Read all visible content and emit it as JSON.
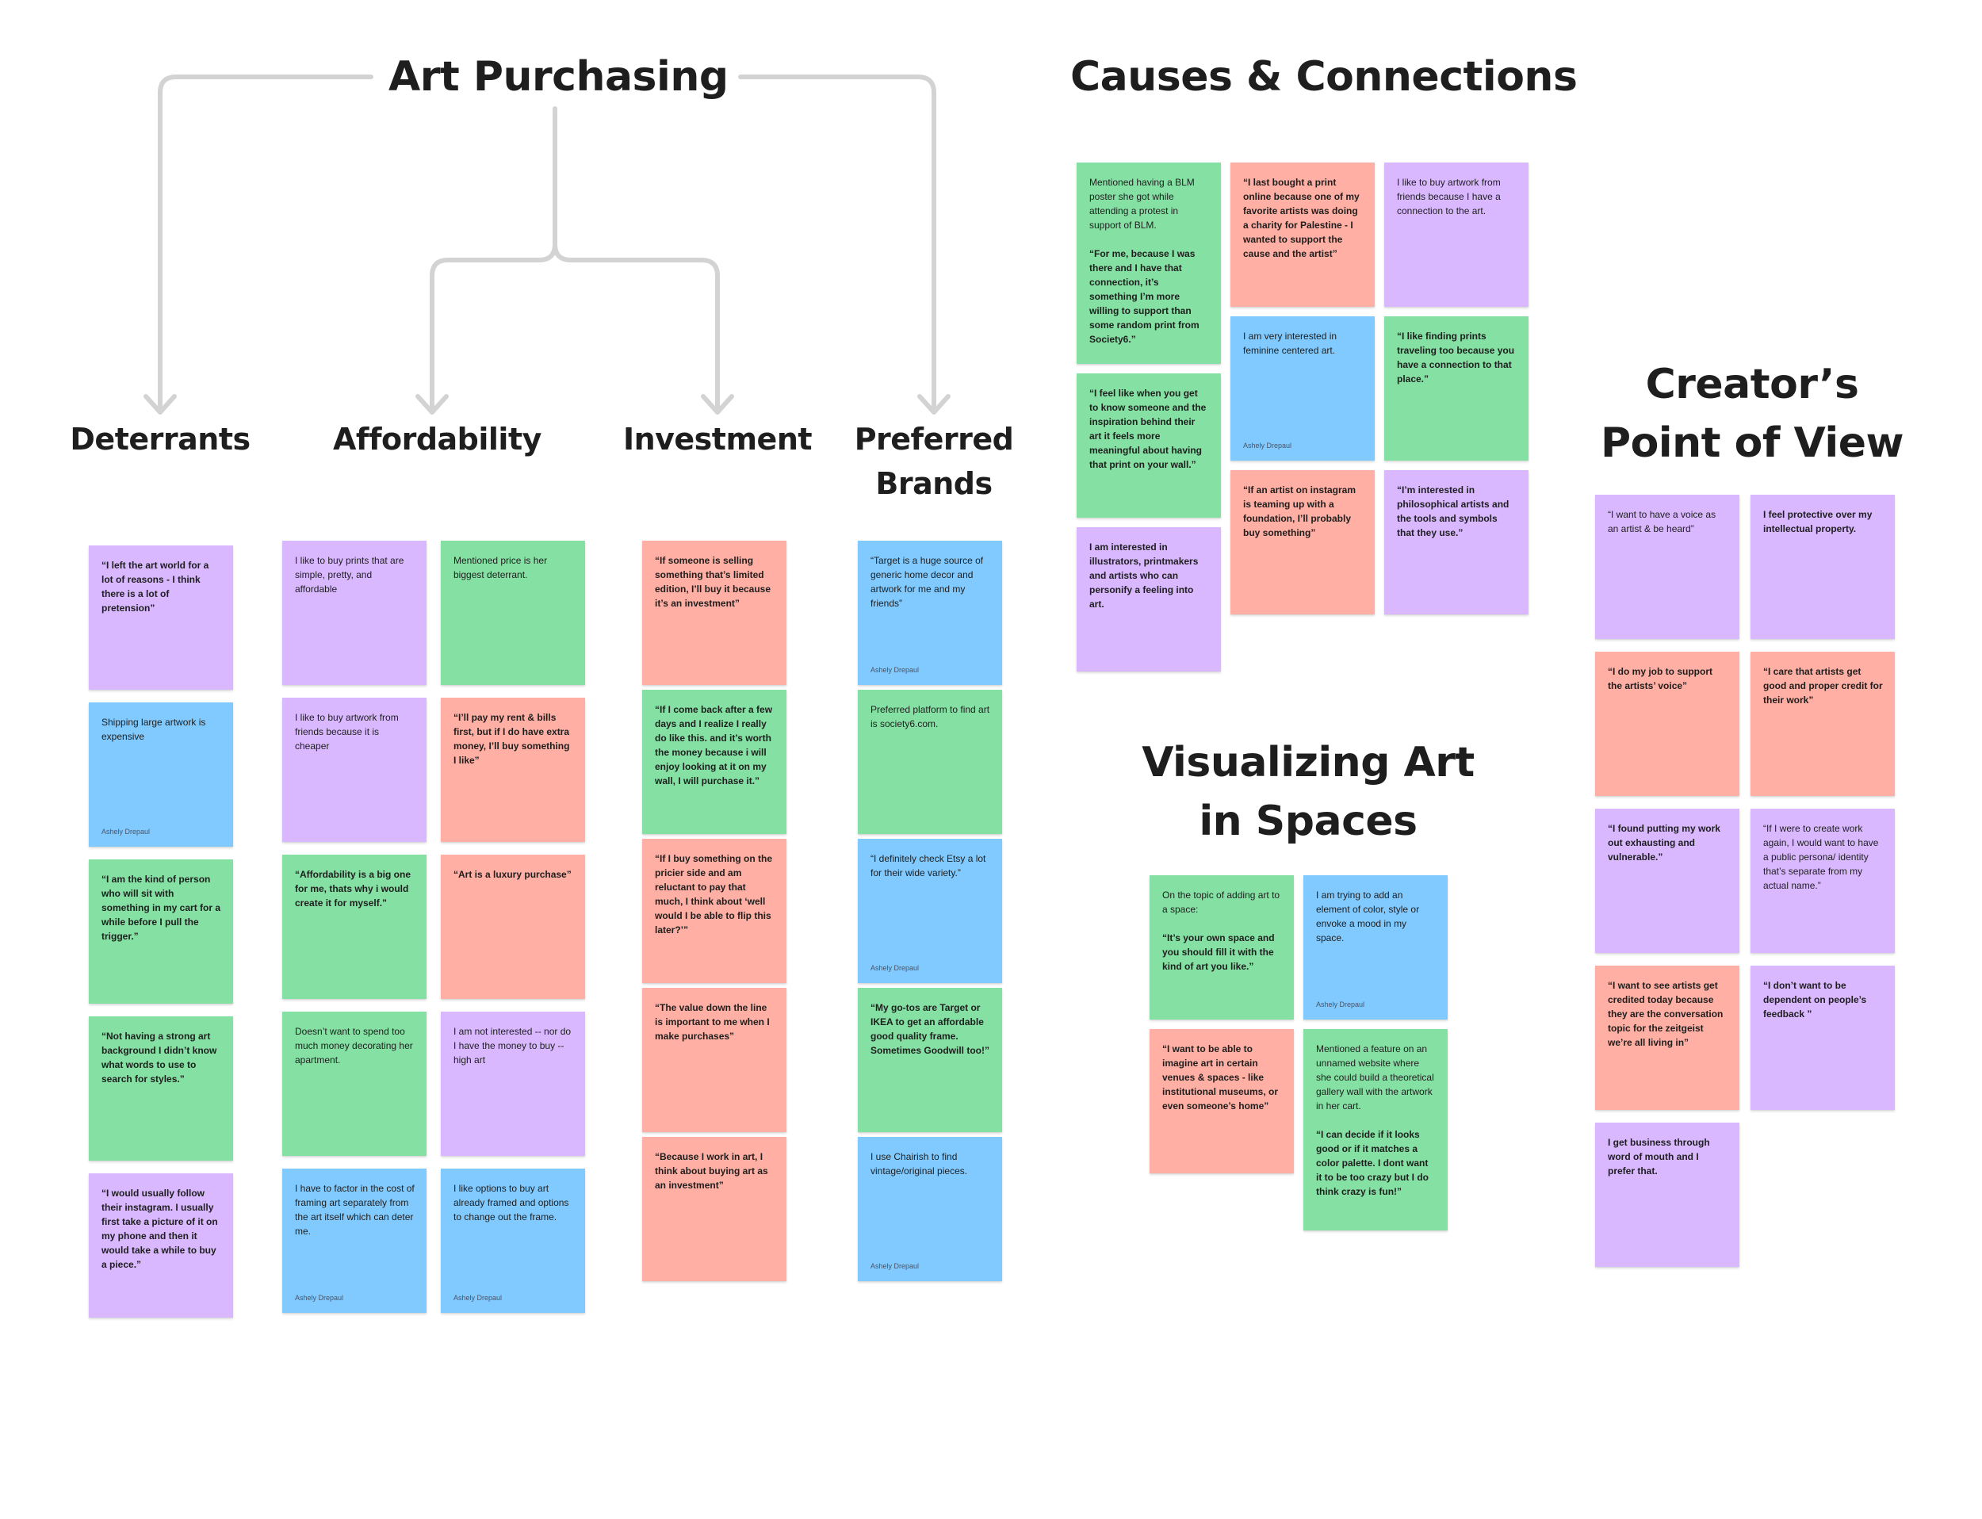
{
  "titles": {
    "art_purchasing": "Art Purchasing",
    "causes": "Causes & Connections",
    "creators_line1": "Creator’s",
    "creators_line2": "Point of View",
    "visualizing_line1": "Visualizing Art",
    "visualizing_line2": "in Spaces"
  },
  "categories": {
    "deterrants": "Deterrants",
    "affordability": "Affordability",
    "investment": "Investment",
    "preferred_line1": "Preferred",
    "preferred_line2": "Brands"
  },
  "colors": {
    "purple": "#d9b8ff",
    "blue": "#80caff",
    "green": "#85e0a3",
    "red": "#ffafa3",
    "connector": "#d3d3d3"
  },
  "deterrants": [
    {
      "text": "“I left the art world for a lot of reasons - I think there is a lot of pretension”",
      "color": "purple",
      "bold": true
    },
    {
      "text": "Shipping large artwork is expensive",
      "color": "blue",
      "bold": false,
      "author": "Ashely Drepaul"
    },
    {
      "text": "“I am the kind of person who will sit with something in my cart for a while before I pull the trigger.”",
      "color": "green",
      "bold": true
    },
    {
      "text": "“Not having a strong art background I didn’t know what words to use to search for styles.”",
      "color": "green",
      "bold": true
    },
    {
      "text": "“I would usually follow their instagram. I usually first take a picture of it on my phone and then it would take a while to buy a piece.”",
      "color": "purple",
      "bold": true
    }
  ],
  "affordability_a": [
    {
      "text": "I like to buy prints that are simple, pretty, and affordable",
      "color": "purple",
      "bold": false
    },
    {
      "text": "I like to buy artwork from friends because it is cheaper",
      "color": "purple",
      "bold": false
    },
    {
      "text": "“Affordability is a big one for me, thats why i would create it for myself.”",
      "color": "green",
      "bold": true
    },
    {
      "text": "Doesn’t want to spend too much money decorating her apartment.",
      "color": "green",
      "bold": false
    },
    {
      "text": "I have to factor in the cost of framing art separately from the art itself which can deter me.",
      "color": "blue",
      "bold": false,
      "author": "Ashely Drepaul"
    }
  ],
  "affordability_b": [
    {
      "text": "Mentioned price is her biggest deterrant.",
      "color": "green",
      "bold": false
    },
    {
      "text": "“I’ll pay my rent & bills first, but if I do have extra money, I’ll buy something I like”",
      "color": "red",
      "bold": true
    },
    {
      "text": "“Art is a luxury purchase”",
      "color": "red",
      "bold": true
    },
    {
      "text": "I am not interested -- nor do I have the money to buy -- high art",
      "color": "purple",
      "bold": false
    },
    {
      "text": "I like options to buy art already framed and options to change out the frame.",
      "color": "blue",
      "bold": false,
      "author": "Ashely Drepaul"
    }
  ],
  "investment": [
    {
      "text": "“If someone is selling something that’s limited edition, I’ll buy it because it’s an investment”",
      "color": "red",
      "bold": true
    },
    {
      "text": "“If I come back after a few days and I realize I really do like this. and it’s worth the money because i will enjoy looking at it on my wall, I will purchase it.”",
      "color": "green",
      "bold": true
    },
    {
      "text": "“If I buy something on the pricier side and am reluctant to pay that much, I think about ‘well would I be able to flip this later?’”",
      "color": "red",
      "bold": true
    },
    {
      "text": "“The value down the line is important to me when I make purchases”",
      "color": "red",
      "bold": true
    },
    {
      "text": "“Because I work in art, I think about buying art as an investment”",
      "color": "red",
      "bold": true
    }
  ],
  "preferred": [
    {
      "text": "“Target is a huge source of generic home decor and artwork for me and my friends”",
      "color": "blue",
      "bold": false,
      "author": "Ashely Drepaul"
    },
    {
      "text": "Preferred platform to find art is society6.com.",
      "color": "green",
      "bold": false
    },
    {
      "text": "“I definitely check Etsy a lot for their wide variety.”",
      "color": "blue",
      "bold": false,
      "author": "Ashely Drepaul"
    },
    {
      "text": "“My go-tos are Target or IKEA to get an affordable good quality frame. Sometimes Goodwill too!”",
      "color": "green",
      "bold": true
    },
    {
      "text": "I use Chairish to find vintage/original pieces.",
      "color": "blue",
      "bold": false,
      "author": "Ashely Drepaul"
    }
  ],
  "causes_a": [
    {
      "text": "Mentioned having a BLM poster she got while attending a protest in support of BLM.",
      "bold_text": "“For me, because I was there and I have that connection, it’s something I’m more willing to support than some random print from Society6.”",
      "color": "green",
      "bold": false,
      "tall": true
    },
    {
      "text": "“I feel like when you get to know someone and the inspiration behind their art it feels more meaningful about having that print on your wall.”",
      "color": "green",
      "bold": true
    },
    {
      "text": "I am interested in illustrators, printmakers and artists who can personify a feeling into art.",
      "color": "purple",
      "bold": true
    }
  ],
  "causes_b": [
    {
      "text": "“I last bought a print online because one of my favorite artists was doing a charity for Palestine - I wanted to support the cause and the artist”",
      "color": "red",
      "bold": true
    },
    {
      "text": "I am very interested in feminine centered art.",
      "color": "blue",
      "bold": false,
      "author": "Ashely Drepaul"
    },
    {
      "text": "“If an artist on instagram is teaming up with a foundation, I’ll probably buy something”",
      "color": "red",
      "bold": true
    }
  ],
  "causes_c": [
    {
      "text": "I like to buy artwork from friends because I have a connection to the art.",
      "color": "purple",
      "bold": false
    },
    {
      "text": "“I like finding prints traveling too because you have a connection to that place.”",
      "color": "green",
      "bold": true
    },
    {
      "text": "“I’m interested in philosophical artists and the tools and symbols that they use.”",
      "color": "purple",
      "bold": true
    }
  ],
  "visualizing_a": [
    {
      "text": "On the topic of adding art to a space:",
      "bold_text": "“It’s your own space and you should fill it with the kind of art you like.”",
      "color": "green",
      "bold": false
    },
    {
      "text": "“I want to be able to imagine art in certain venues & spaces - like institutional museums, or even someone’s home”",
      "color": "red",
      "bold": true
    }
  ],
  "visualizing_b": [
    {
      "text": "I am trying to add an element of color, style or envoke a mood in my space.",
      "color": "blue",
      "bold": false,
      "author": "Ashely Drepaul"
    },
    {
      "text": "Mentioned a feature on an unnamed website where she could build a theoretical gallery wall with the artwork in her cart.",
      "bold_text": "“I can decide if it looks good or if it matches a color palette. I dont want it to be too crazy but I do think crazy is fun!”",
      "color": "green",
      "bold": false,
      "tall": true
    }
  ],
  "creators_a": [
    {
      "text": "“I want to have a voice as an artist & be heard”",
      "color": "purple",
      "bold": false
    },
    {
      "text": "“I do my job to support the artists’ voice”",
      "color": "red",
      "bold": true
    },
    {
      "text": "“I found putting my work out exhausting and vulnerable.”",
      "color": "purple",
      "bold": true
    },
    {
      "text": "“I want to see artists get credited today because they are the conversation topic for the zeitgeist we’re all living in”",
      "color": "red",
      "bold": true
    },
    {
      "text": "I get business through word of mouth and I prefer that.",
      "color": "purple",
      "bold": true
    }
  ],
  "creators_b": [
    {
      "text": "I feel protective over my intellectual property.",
      "color": "purple",
      "bold": true
    },
    {
      "text": "“I care that artists get good and proper credit for their work”",
      "color": "red",
      "bold": true
    },
    {
      "text": "“If I were to create work again, I would want to have a public persona/ identity that’s separate from my actual name.”",
      "color": "purple",
      "bold": false
    },
    {
      "text": "“I don’t want to be dependent on people’s feedback ”",
      "color": "purple",
      "bold": true
    }
  ]
}
